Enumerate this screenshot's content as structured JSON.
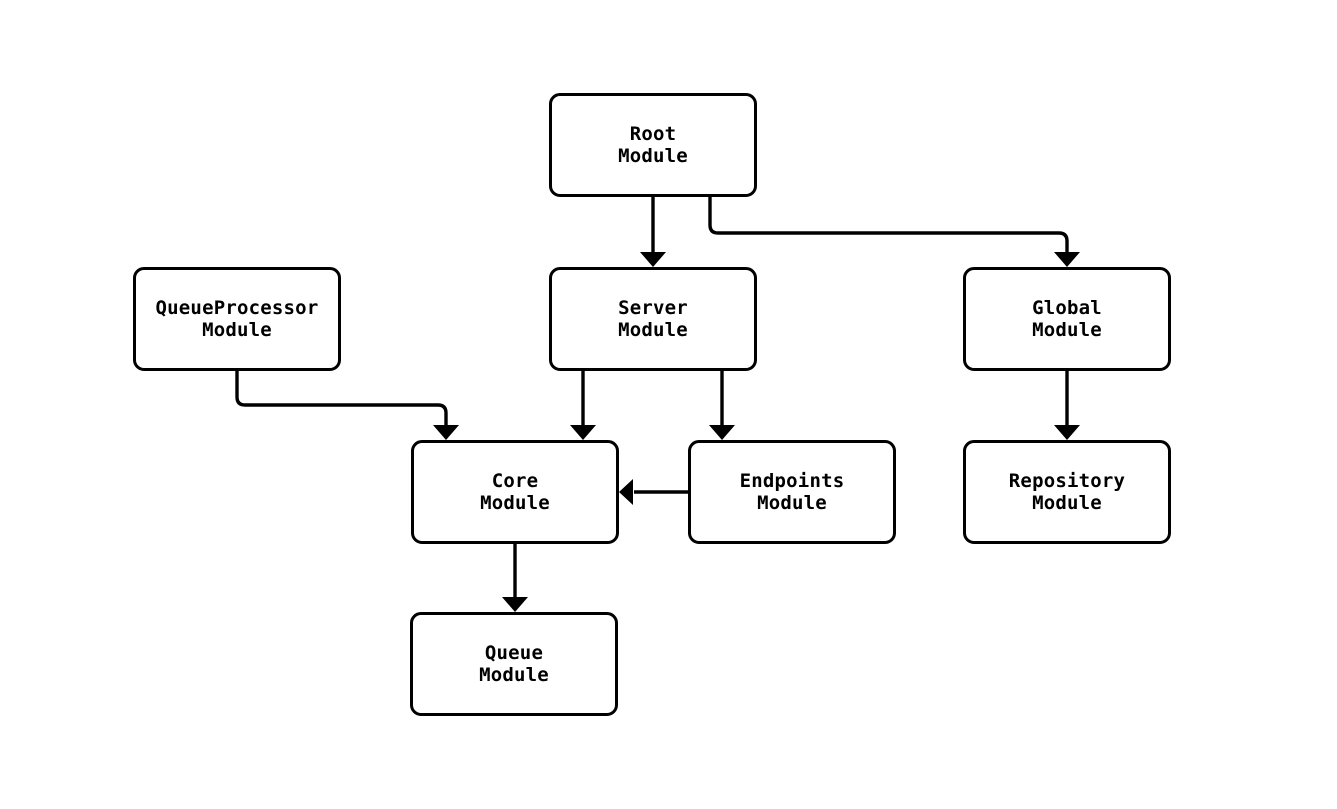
{
  "diagram": {
    "type": "module-dependency-flowchart",
    "colors": {
      "background": "#ffffff",
      "node_fill": "#ffffff",
      "node_border": "#000000",
      "edge_stroke": "#000000",
      "text": "#000000"
    },
    "nodes": [
      {
        "id": "root",
        "label": "Root\nModule"
      },
      {
        "id": "queueprocessor",
        "label": "QueueProcessor\nModule"
      },
      {
        "id": "server",
        "label": "Server\nModule"
      },
      {
        "id": "global",
        "label": "Global\nModule"
      },
      {
        "id": "core",
        "label": "Core\nModule"
      },
      {
        "id": "endpoints",
        "label": "Endpoints\nModule"
      },
      {
        "id": "repository",
        "label": "Repository\nModule"
      },
      {
        "id": "queue",
        "label": "Queue\nModule"
      }
    ],
    "edges": [
      {
        "from": "Root Module",
        "to": "Server Module"
      },
      {
        "from": "Root Module",
        "to": "Global Module"
      },
      {
        "from": "QueueProcessor Module",
        "to": "Core Module"
      },
      {
        "from": "Server Module",
        "to": "Core Module"
      },
      {
        "from": "Server Module",
        "to": "Endpoints Module"
      },
      {
        "from": "Endpoints Module",
        "to": "Core Module"
      },
      {
        "from": "Core Module",
        "to": "Queue Module"
      },
      {
        "from": "Global Module",
        "to": "Repository Module"
      }
    ]
  }
}
